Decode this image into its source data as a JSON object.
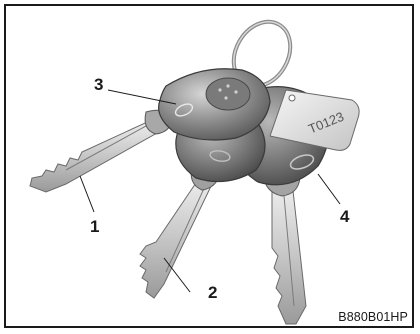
{
  "figure": {
    "callouts": {
      "one": "1",
      "two": "2",
      "three": "3",
      "four": "4"
    },
    "tag_text": "T0123",
    "code": "B880B01HP"
  }
}
